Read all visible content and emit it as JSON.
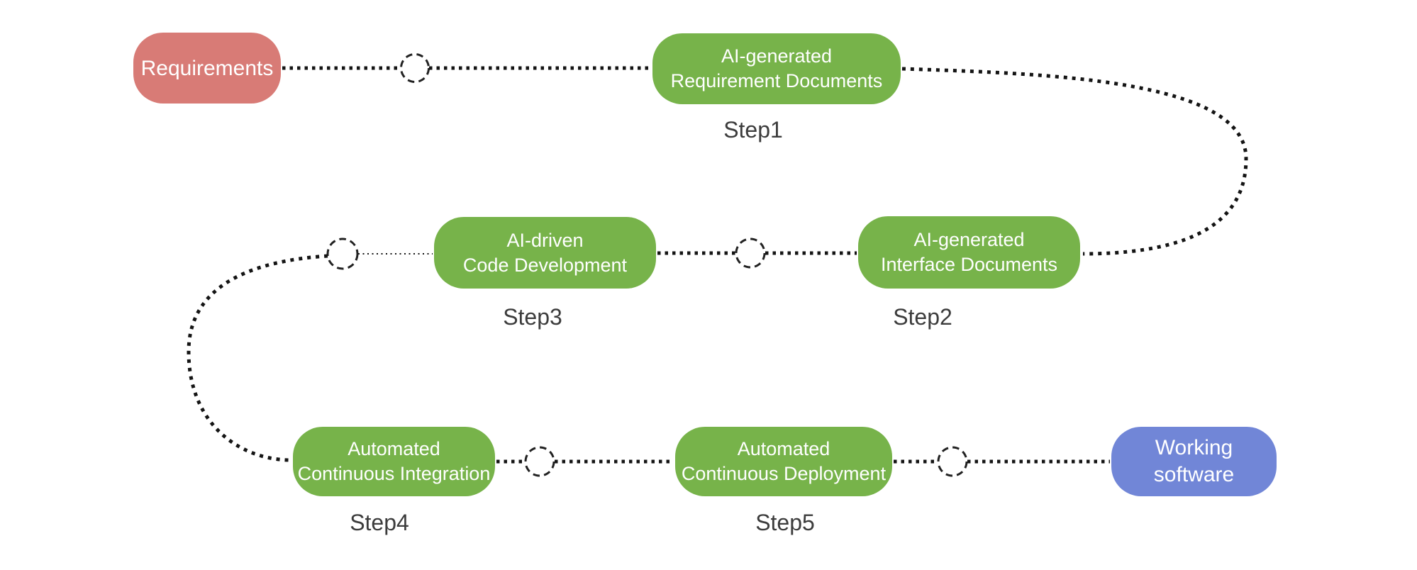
{
  "diagram": {
    "title_implicit": "AI-driven software delivery pipeline",
    "colors": {
      "start_node": "#d87b76",
      "process_node": "#77b34a",
      "end_node": "#7186d7",
      "connector": "#141414",
      "step_text": "#3c3c3c",
      "background": "#ffffff"
    },
    "nodes": {
      "requirements": {
        "line1": "Requirements"
      },
      "req_docs": {
        "line1": "AI-generated",
        "line2": "Requirement Documents"
      },
      "interface_docs": {
        "line1": "AI-generated",
        "line2": "Interface Documents"
      },
      "code_dev": {
        "line1": "AI-driven",
        "line2": "Code Development"
      },
      "ci": {
        "line1": "Automated",
        "line2": "Continuous Integration"
      },
      "cd": {
        "line1": "Automated",
        "line2": "Continuous Deployment"
      },
      "working": {
        "line1": "Working",
        "line2": "software"
      }
    },
    "steps": {
      "step1": "Step1",
      "step2": "Step2",
      "step3": "Step3",
      "step4": "Step4",
      "step5": "Step5"
    },
    "flow_order": [
      "Requirements",
      "AI-generated Requirement Documents (Step1)",
      "AI-generated Interface Documents (Step2)",
      "AI-driven Code Development (Step3)",
      "Automated Continuous Integration (Step4)",
      "Automated Continuous Deployment (Step5)",
      "Working software"
    ]
  }
}
